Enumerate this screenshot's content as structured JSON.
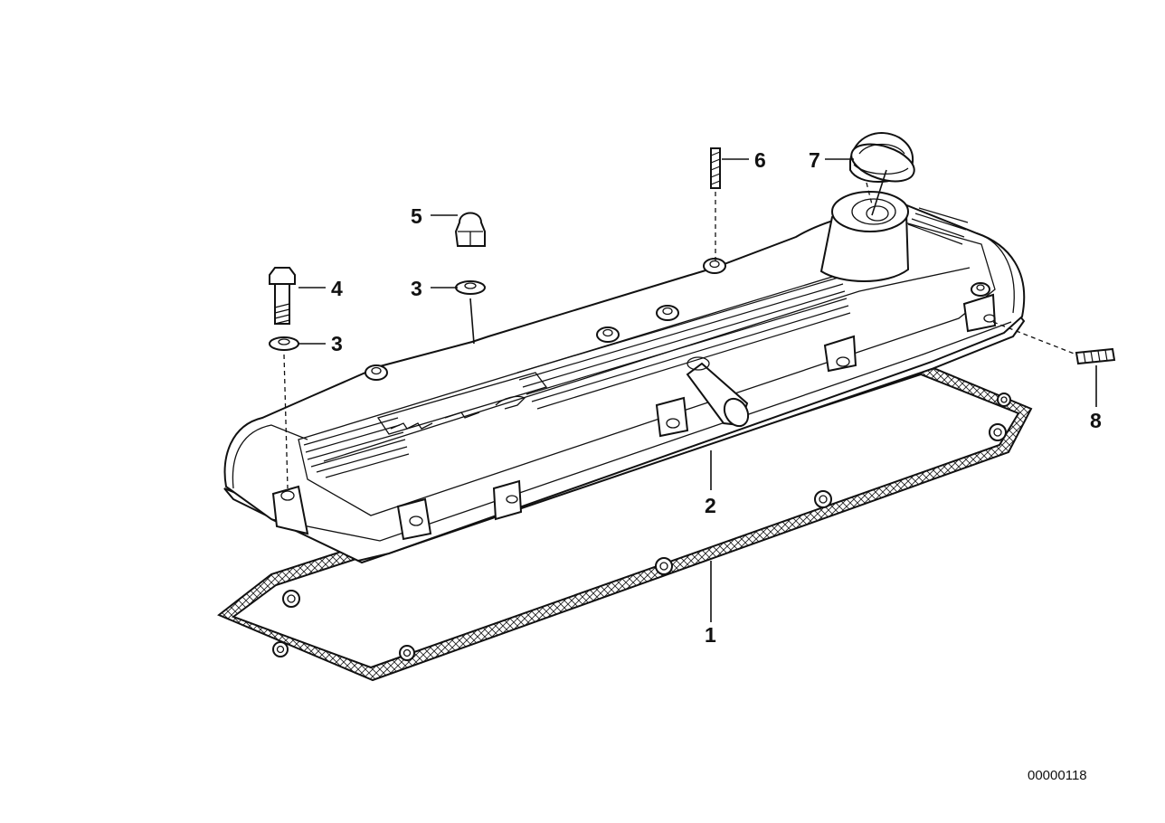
{
  "diagram": {
    "ref_number": "00000118",
    "callouts": [
      {
        "id": "c1",
        "label": "1"
      },
      {
        "id": "c2",
        "label": "2"
      },
      {
        "id": "c3a",
        "label": "3"
      },
      {
        "id": "c3b",
        "label": "3"
      },
      {
        "id": "c4",
        "label": "4"
      },
      {
        "id": "c5",
        "label": "5"
      },
      {
        "id": "c6",
        "label": "6"
      },
      {
        "id": "c7",
        "label": "7"
      },
      {
        "id": "c8",
        "label": "8"
      }
    ],
    "parts": [
      {
        "id": "gasket",
        "icon": "gasket-icon"
      },
      {
        "id": "valve-cover",
        "icon": "valve-cover-icon"
      },
      {
        "id": "washer",
        "icon": "washer-icon"
      },
      {
        "id": "bolt",
        "icon": "bolt-icon"
      },
      {
        "id": "cap-nut",
        "icon": "cap-nut-icon"
      },
      {
        "id": "stud",
        "icon": "stud-icon"
      },
      {
        "id": "oil-filler-cap",
        "icon": "oil-filler-cap-icon"
      }
    ]
  }
}
